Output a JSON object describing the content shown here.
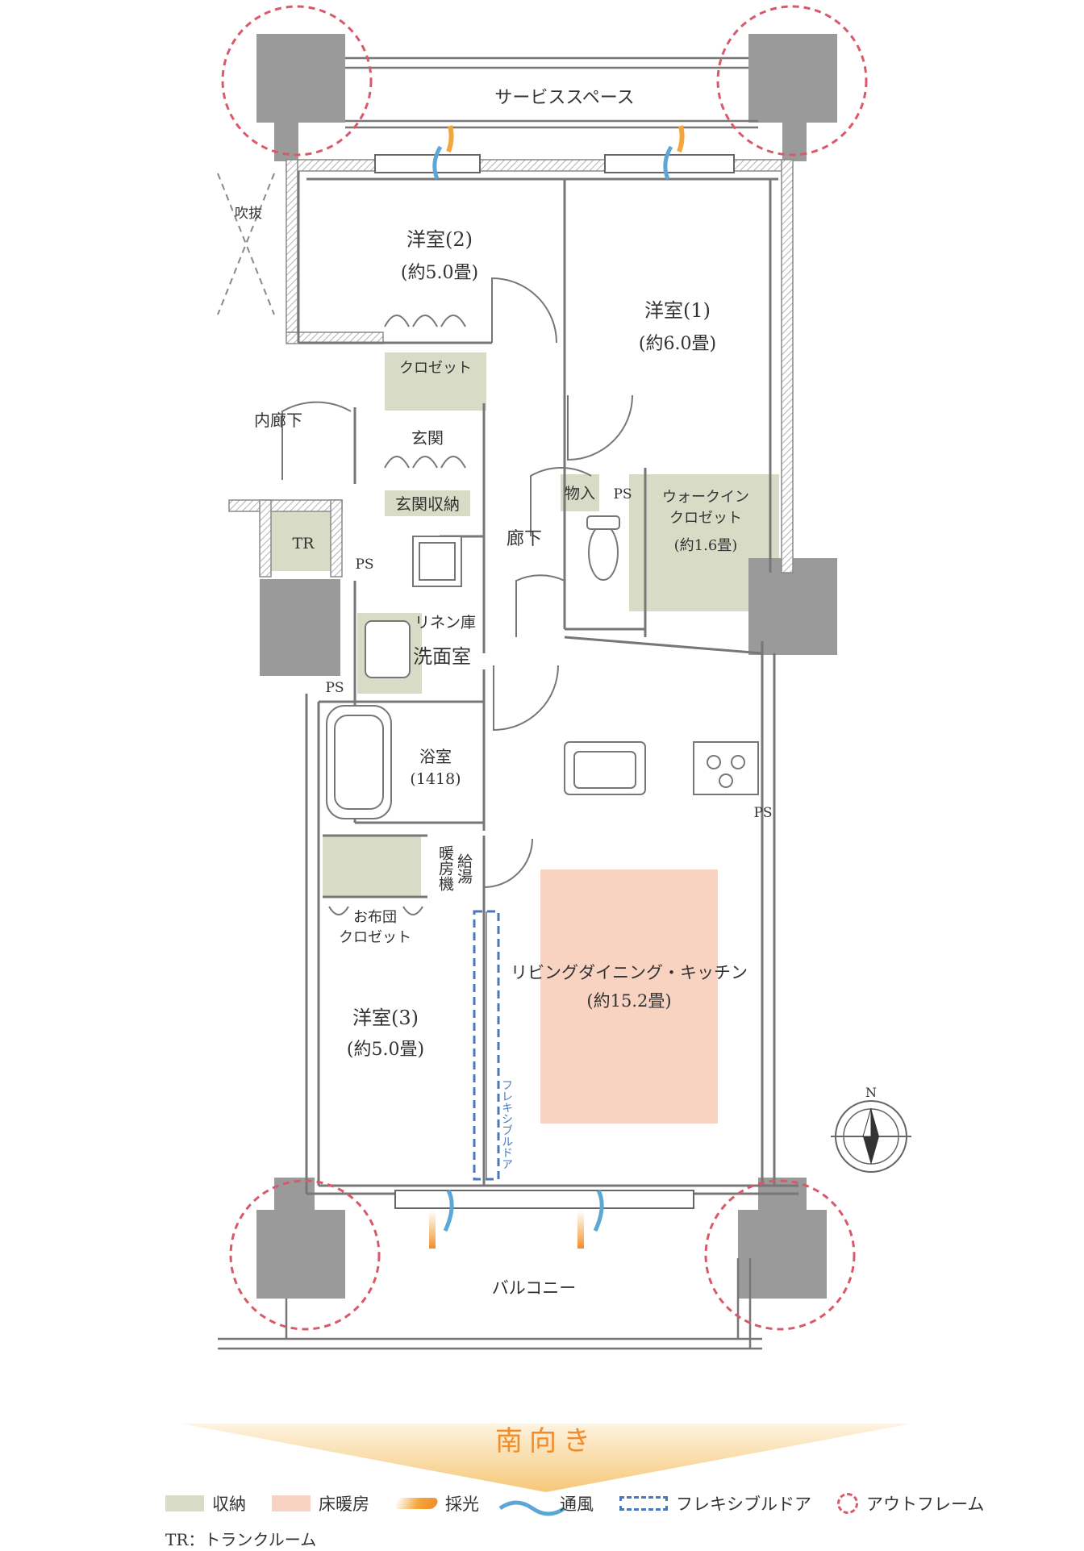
{
  "rooms": {
    "service_space": "サービススペース",
    "fukinuke": "吹抜",
    "western2": "洋室(2)",
    "western2_size": "(約5.0畳)",
    "western1": "洋室(1)",
    "western1_size": "(約6.0畳)",
    "closet": "クロゼット",
    "inner_corridor": "内廊下",
    "entrance": "玄関",
    "entrance_storage": "玄関収納",
    "storage": "物入",
    "ps": "PS",
    "walkin_line1": "ウォークイン",
    "walkin_line2": "クロゼット",
    "walkin_size": "(約1.6畳)",
    "tr": "TR",
    "hallway": "廊下",
    "linen": "リネン庫",
    "washroom": "洗面室",
    "bathroom": "浴室",
    "bathroom_size": "(1418)",
    "heater_col1": "給湯",
    "heater_col2": "暖房機",
    "futon_line1": "お布団",
    "futon_line2": "クロゼット",
    "ldk": "リビングダイニング・キッチン",
    "ldk_size": "(約15.2畳)",
    "western3": "洋室(3)",
    "western3_size": "(約5.0畳)",
    "flexible_door": "フレキシブルドア",
    "balcony": "バルコニー",
    "north": "N"
  },
  "orientation": "南向き",
  "legend": [
    {
      "label": "収納",
      "swatch": "storage"
    },
    {
      "label": "床暖房",
      "swatch": "floor"
    },
    {
      "label": "採光",
      "swatch": "light"
    },
    {
      "label": "通風",
      "swatch": "wind"
    },
    {
      "label": "フレキシブルドア",
      "swatch": "flex"
    },
    {
      "label": "アウトフレーム",
      "swatch": "outframe"
    }
  ],
  "note": "TR：トランクルーム",
  "colors": {
    "wall": "#9a9a9a",
    "storage": "#d8dcc6",
    "floor_heating": "#f8d3c2",
    "outframe": "#d9596a",
    "flex_door": "#4a78be",
    "light": "#f3a63c",
    "wind": "#5aa7d8",
    "orientation_text": "#f08c2a"
  }
}
